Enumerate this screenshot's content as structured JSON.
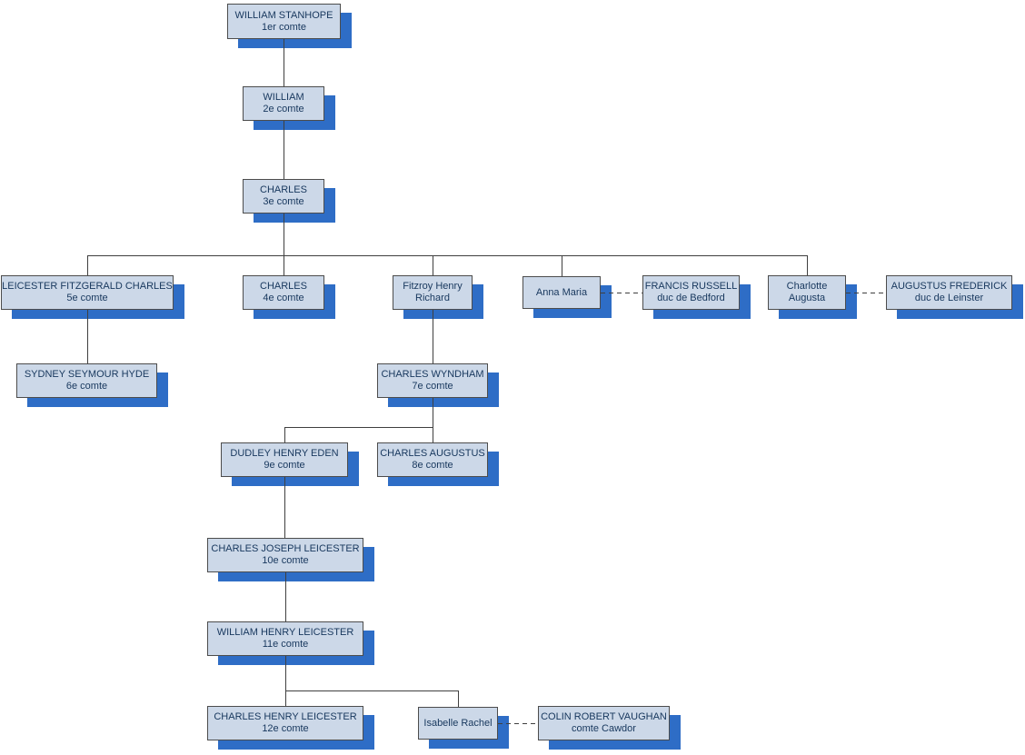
{
  "diagram": {
    "type": "family-tree",
    "language": "fr"
  },
  "colors": {
    "background": "#ffffff",
    "node_fill": "#ccd8e8",
    "node_border": "#4c4c4c",
    "node_shadow": "#2e6dc6",
    "node_text": "#17375d",
    "connector": "#3f3f3f"
  },
  "nodes": [
    {
      "id": "stanhope-1er",
      "name": "WILLIAM STANHOPE",
      "title": "1er comte"
    },
    {
      "id": "william-2e",
      "name": "WILLIAM",
      "title": "2e comte"
    },
    {
      "id": "charles-3e",
      "name": "CHARLES",
      "title": "3e comte"
    },
    {
      "id": "leicester-5e",
      "name": "LEICESTER FITZGERALD CHARLES",
      "title": "5e comte"
    },
    {
      "id": "charles-4e",
      "name": "CHARLES",
      "title": "4e comte"
    },
    {
      "id": "fitzroy-henry",
      "name": "Fitzroy Henry",
      "title": "Richard"
    },
    {
      "id": "anna-maria",
      "name": "Anna Maria",
      "title": ""
    },
    {
      "id": "francis-russell",
      "name": "FRANCIS RUSSELL",
      "title": "duc de Bedford"
    },
    {
      "id": "charlotte-augusta",
      "name": "Charlotte",
      "title": "Augusta"
    },
    {
      "id": "augustus-frederick",
      "name": "AUGUSTUS FREDERICK",
      "title": "duc de Leinster"
    },
    {
      "id": "sydney-6e",
      "name": "SYDNEY SEYMOUR HYDE",
      "title": "6e comte"
    },
    {
      "id": "wyndham-7e",
      "name": "CHARLES WYNDHAM",
      "title": "7e comte"
    },
    {
      "id": "dudley-9e",
      "name": "DUDLEY HENRY EDEN",
      "title": "9e comte"
    },
    {
      "id": "augustus-8e",
      "name": "CHARLES AUGUSTUS",
      "title": "8e comte"
    },
    {
      "id": "joseph-10e",
      "name": "CHARLES JOSEPH LEICESTER",
      "title": "10e comte"
    },
    {
      "id": "william-11e",
      "name": "WILLIAM HENRY LEICESTER",
      "title": "11e comte"
    },
    {
      "id": "henry-12e",
      "name": "CHARLES HENRY LEICESTER",
      "title": "12e comte"
    },
    {
      "id": "isabelle-rachel",
      "name": "Isabelle Rachel",
      "title": ""
    },
    {
      "id": "colin-vaughan",
      "name": "COLIN ROBERT VAUGHAN",
      "title": "comte Cawdor"
    }
  ],
  "relations": {
    "descent_edges": [
      [
        "stanhope-1er",
        "william-2e"
      ],
      [
        "william-2e",
        "charles-3e"
      ],
      [
        "charles-3e",
        "leicester-5e"
      ],
      [
        "charles-3e",
        "charles-4e"
      ],
      [
        "charles-3e",
        "fitzroy-henry"
      ],
      [
        "charles-3e",
        "anna-maria"
      ],
      [
        "charles-3e",
        "charlotte-augusta"
      ],
      [
        "leicester-5e",
        "sydney-6e"
      ],
      [
        "fitzroy-henry",
        "wyndham-7e"
      ],
      [
        "wyndham-7e",
        "dudley-9e"
      ],
      [
        "wyndham-7e",
        "augustus-8e"
      ],
      [
        "dudley-9e",
        "joseph-10e"
      ],
      [
        "joseph-10e",
        "william-11e"
      ],
      [
        "william-11e",
        "henry-12e"
      ],
      [
        "william-11e",
        "isabelle-rachel"
      ]
    ],
    "marriage_edges": [
      [
        "anna-maria",
        "francis-russell"
      ],
      [
        "charlotte-augusta",
        "augustus-frederick"
      ],
      [
        "isabelle-rachel",
        "colin-vaughan"
      ]
    ]
  }
}
